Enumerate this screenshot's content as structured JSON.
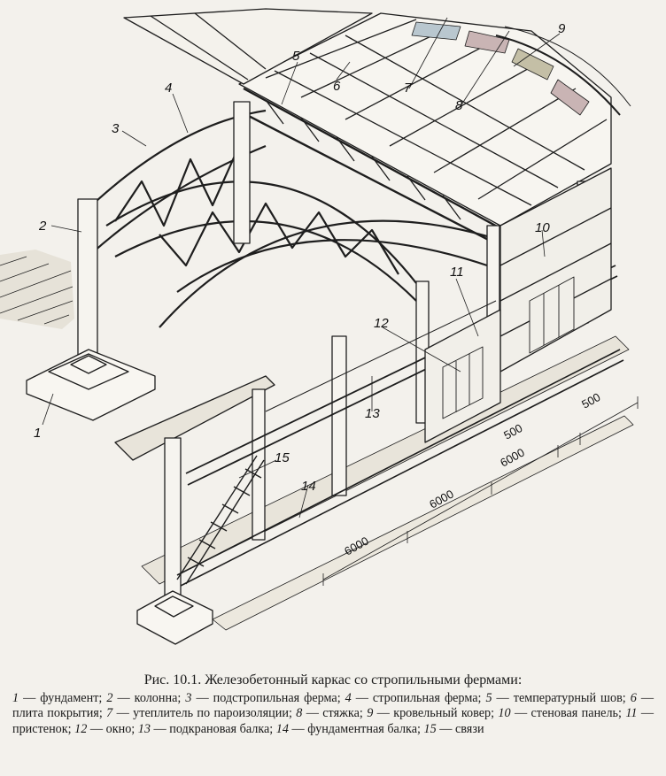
{
  "figure": {
    "callouts": [
      "1",
      "2",
      "3",
      "4",
      "5",
      "6",
      "7",
      "8",
      "9",
      "10",
      "11",
      "12",
      "13",
      "14",
      "15"
    ],
    "dimensions": [
      "6000",
      "6000",
      "6000",
      "500",
      "500"
    ]
  },
  "caption": {
    "title": "Рис. 10.1. Железобетонный каркас со стропильными фермами:",
    "items": [
      {
        "num": "1",
        "text": "фундамент"
      },
      {
        "num": "2",
        "text": "колонна"
      },
      {
        "num": "3",
        "text": "подстропильная ферма"
      },
      {
        "num": "4",
        "text": "стропильная ферма"
      },
      {
        "num": "5",
        "text": "температурный шов"
      },
      {
        "num": "6",
        "text": "плита покрытия"
      },
      {
        "num": "7",
        "text": "утеплитель по пароизоляции"
      },
      {
        "num": "8",
        "text": "стяжка"
      },
      {
        "num": "9",
        "text": "кровельный ковер"
      },
      {
        "num": "10",
        "text": "стеновая панель"
      },
      {
        "num": "11",
        "text": "пристенок"
      },
      {
        "num": "12",
        "text": "окно"
      },
      {
        "num": "13",
        "text": "подкрановая балка"
      },
      {
        "num": "14",
        "text": "фундаментная балка"
      },
      {
        "num": "15",
        "text": "связи"
      }
    ]
  }
}
